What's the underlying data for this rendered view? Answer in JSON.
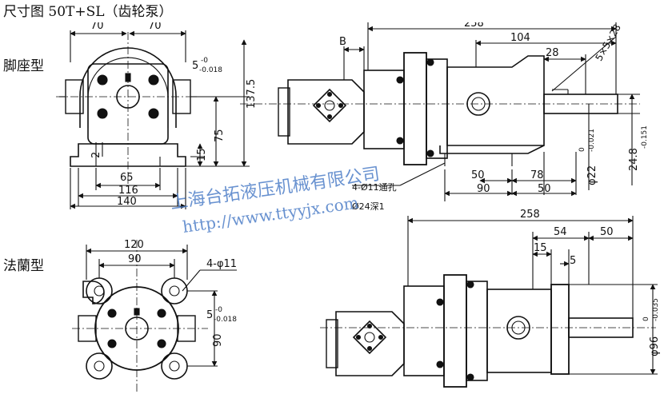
{
  "title": "尺寸图 50T+SL（齿轮泵）",
  "labels": {
    "foot_mount": "脚座型",
    "flange_mount": "法蘭型"
  },
  "watermark": {
    "company": "上海台拓液压机械有限公司",
    "url": "http://www.ttyyjx.com"
  },
  "dims_foot_front": {
    "d70_left": "70",
    "d70_right": "70",
    "shaft_tol": "5",
    "shaft_tol_upper": "-0",
    "shaft_tol_lower": "-0.018",
    "d137_5": "137.5",
    "d75": "75",
    "d15": "15",
    "d2": "2",
    "d65": "65",
    "d116": "116",
    "d140": "140"
  },
  "dims_foot_side": {
    "B": "B",
    "d258": "258",
    "d104": "104",
    "d28": "28",
    "key": "5×5×28",
    "shaft_dia": "φ22",
    "shaft_dia_upper": "0",
    "shaft_dia_lower": "-0.021",
    "d24": "24.8",
    "d24_tol": "-0.151",
    "d50a": "50",
    "d78": "78",
    "d90": "90",
    "d50b": "50",
    "hole_note1": "4-Ø11通孔",
    "hole_note2": "Ø24深1"
  },
  "dims_flange_front": {
    "d120": "120",
    "d90": "90",
    "holes": "4-φ11",
    "shaft_tol": "5",
    "shaft_tol_upper": "-0",
    "shaft_tol_lower": "-0.018",
    "d90v": "90"
  },
  "dims_flange_side": {
    "d258": "258",
    "d54": "54",
    "d50": "50",
    "d15": "15",
    "d5": "5",
    "spigot": "φ96",
    "spigot_upper": "0",
    "spigot_lower": "-0.035"
  }
}
